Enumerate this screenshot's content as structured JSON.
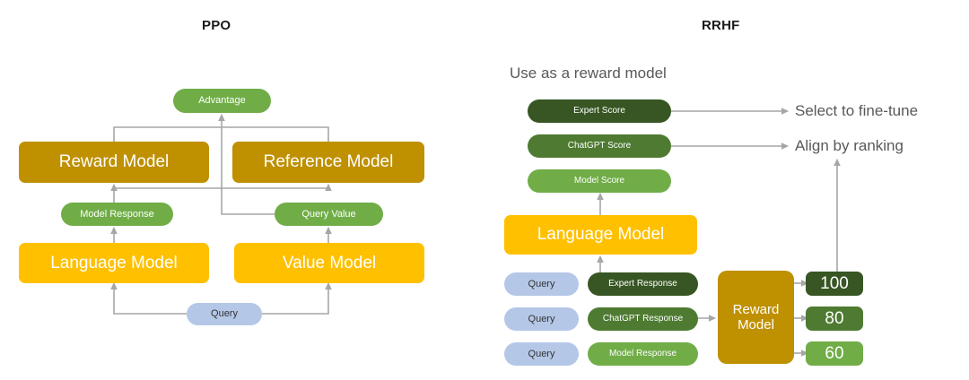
{
  "figure": {
    "background": "#ffffff",
    "panels": [
      {
        "id": "ppo",
        "title": "PPO"
      },
      {
        "id": "rrhf",
        "title": "RRHF"
      }
    ]
  },
  "colors": {
    "gold_dark": "#bf9000",
    "gold": "#ffc000",
    "green_light": "#70ad47",
    "green_mid": "#4e7b31",
    "green_dark": "#375623",
    "blue": "#b4c7e7",
    "wire": "#a6a6a6",
    "label_text": "#595959"
  },
  "ppo": {
    "title": "PPO",
    "nodes": {
      "advantage": "Advantage",
      "reward_model": "Reward Model",
      "reference_model": "Reference Model",
      "model_response": "Model Response",
      "query_value": "Query Value",
      "language_model": "Language Model",
      "value_model": "Value Model",
      "query": "Query"
    }
  },
  "rrhf": {
    "title": "RRHF",
    "caption": "Use as a reward model",
    "scores": [
      {
        "label": "Expert Score",
        "shade": "green_dark"
      },
      {
        "label": "ChatGPT Score",
        "shade": "green_mid"
      },
      {
        "label": "Model Score",
        "shade": "green_light"
      }
    ],
    "annotations": [
      {
        "text": "Select to fine-tune"
      },
      {
        "text": "Align by ranking"
      }
    ],
    "language_model": "Language Model",
    "reward_model_line1": "Reward",
    "reward_model_line2": "Model",
    "rows": [
      {
        "query": "Query",
        "response": "Expert Response",
        "score": "100",
        "shade": "green_dark"
      },
      {
        "query": "Query",
        "response": "ChatGPT Response",
        "score": "80",
        "shade": "green_mid"
      },
      {
        "query": "Query",
        "response": "Model Response",
        "score": "60",
        "shade": "green_light"
      }
    ]
  }
}
